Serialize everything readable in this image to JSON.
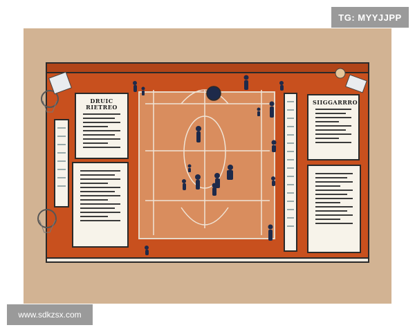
{
  "watermarks": {
    "tg_label": "TG: MYYJJPP",
    "site_label": "www.sdkzsx.com"
  },
  "cards": {
    "left_top_title": "DRUIC\nRIETREO",
    "right_top_title": "SIIGGARRRO"
  },
  "colors": {
    "background": "#d2b393",
    "board": "#c8501e",
    "court": "#d98d5e",
    "court_lines": "#e8d9c9",
    "card": "#f7f3ea",
    "player": "#1e2a4a"
  }
}
